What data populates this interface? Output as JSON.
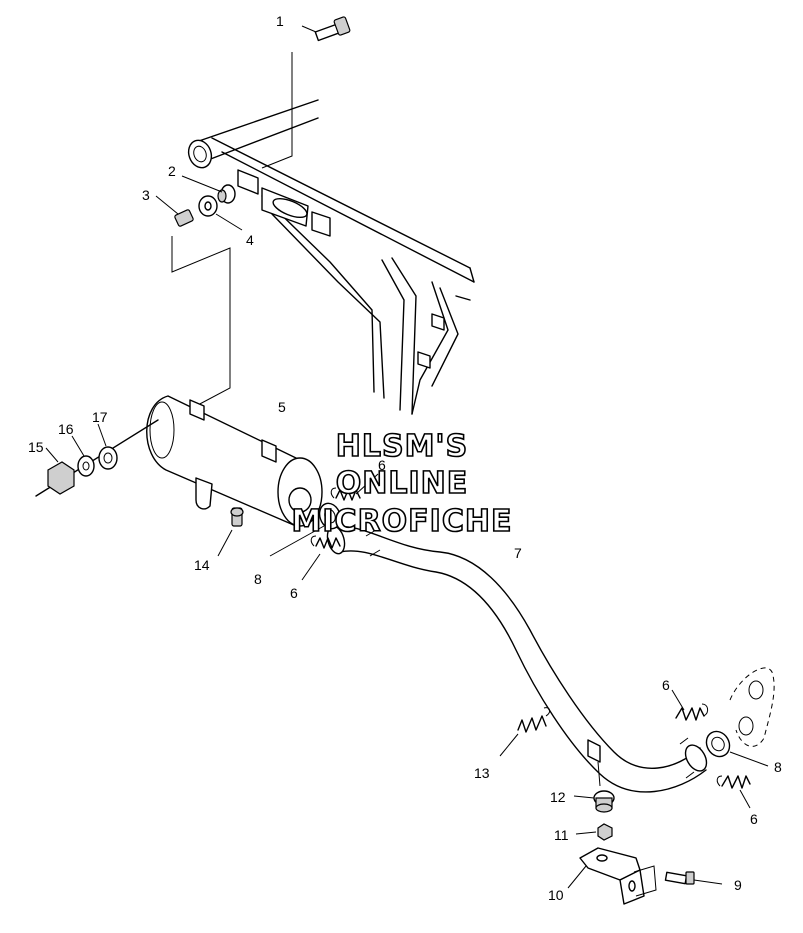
{
  "watermark": {
    "line1": "HLSM'S",
    "line2": "ONLINE",
    "line3": "MICROFICHE"
  },
  "callouts": [
    {
      "id": "c1",
      "label": "1"
    },
    {
      "id": "c2",
      "label": "2"
    },
    {
      "id": "c3",
      "label": "3"
    },
    {
      "id": "c4",
      "label": "4"
    },
    {
      "id": "c5",
      "label": "5"
    },
    {
      "id": "c6a",
      "label": "6"
    },
    {
      "id": "c6b",
      "label": "6"
    },
    {
      "id": "c6c",
      "label": "6"
    },
    {
      "id": "c6d",
      "label": "6"
    },
    {
      "id": "c7",
      "label": "7"
    },
    {
      "id": "c8a",
      "label": "8"
    },
    {
      "id": "c8b",
      "label": "8"
    },
    {
      "id": "c9",
      "label": "9"
    },
    {
      "id": "c10",
      "label": "10"
    },
    {
      "id": "c11",
      "label": "11"
    },
    {
      "id": "c12",
      "label": "12"
    },
    {
      "id": "c13",
      "label": "13"
    },
    {
      "id": "c14",
      "label": "14"
    },
    {
      "id": "c15",
      "label": "15"
    },
    {
      "id": "c16",
      "label": "16"
    },
    {
      "id": "c17",
      "label": "17"
    }
  ]
}
